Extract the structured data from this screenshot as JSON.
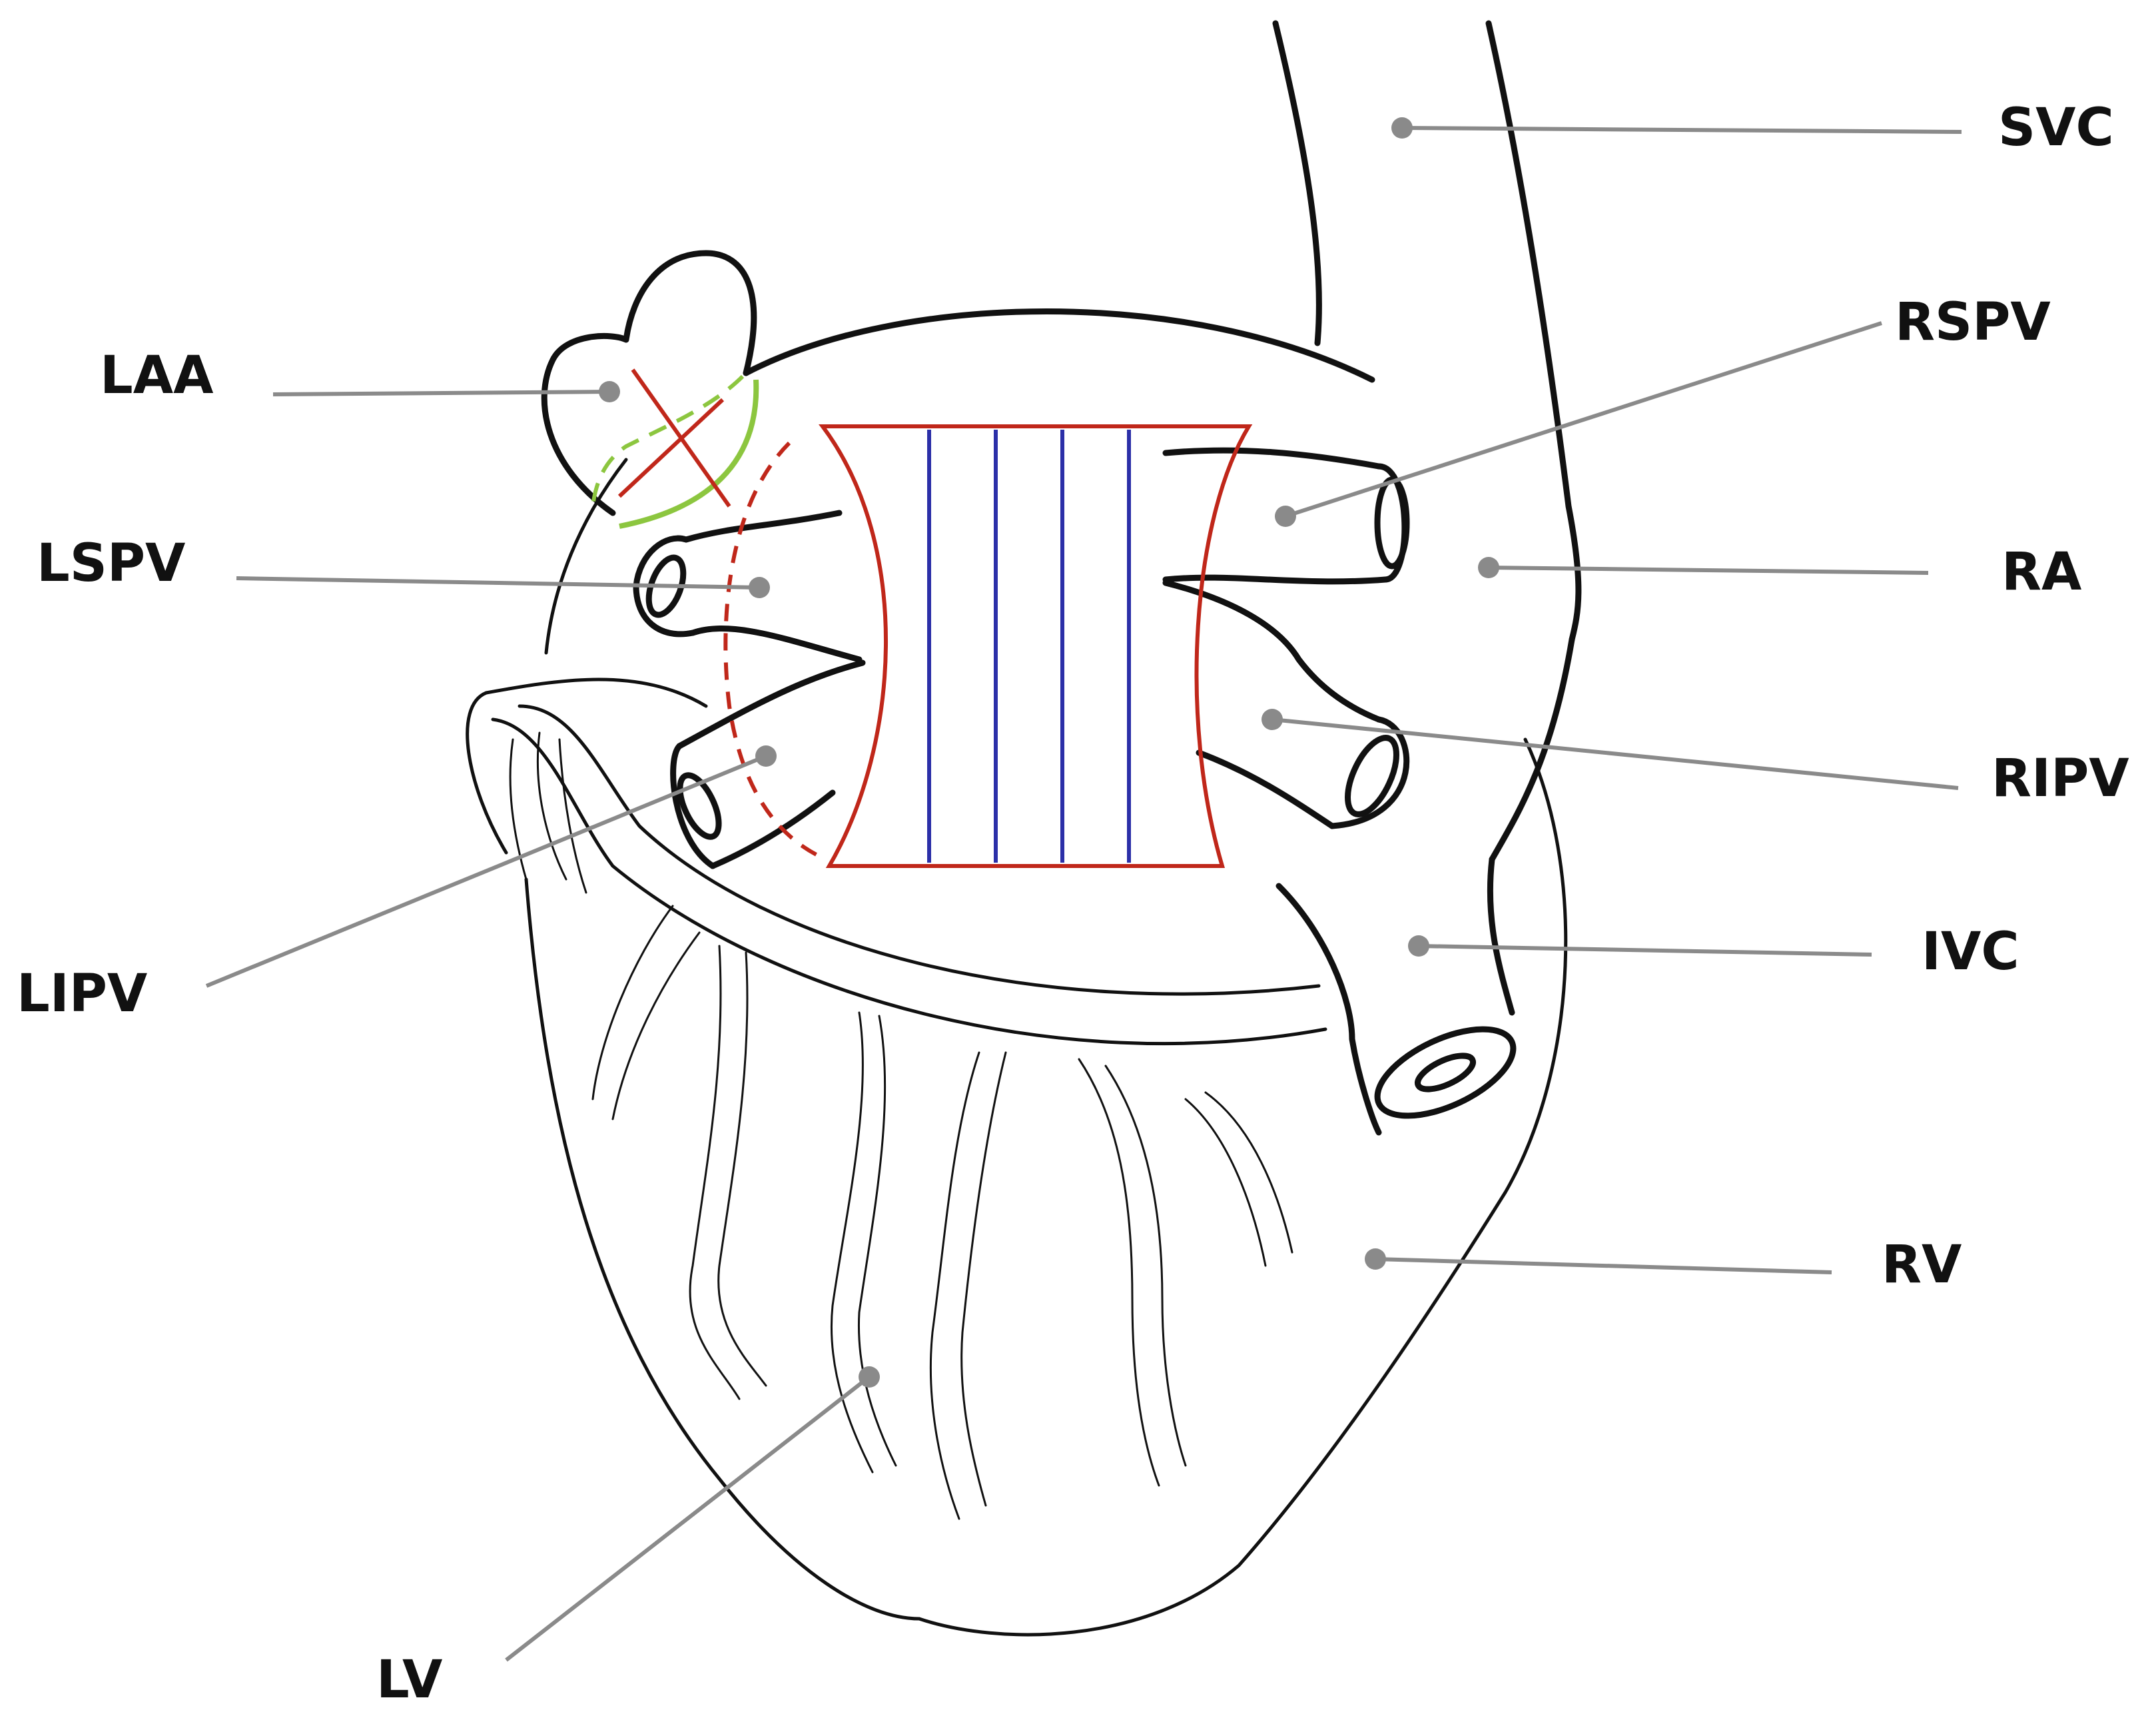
{
  "labels": {
    "svc": "SVC",
    "laa": "LAA",
    "rspv": "RSPV",
    "lspv": "LSPV",
    "ra": "RA",
    "ripv": "RIPV",
    "ivc": "IVC",
    "lipv": "LIPV",
    "rv": "RV",
    "lv": "LV"
  },
  "colors": {
    "outline": "#111111",
    "leader": "#8a8a8a",
    "ablation_box": "#c0271a",
    "ablation_lines": "#2b2fa8",
    "appendage_clip": "#8cc63f"
  }
}
